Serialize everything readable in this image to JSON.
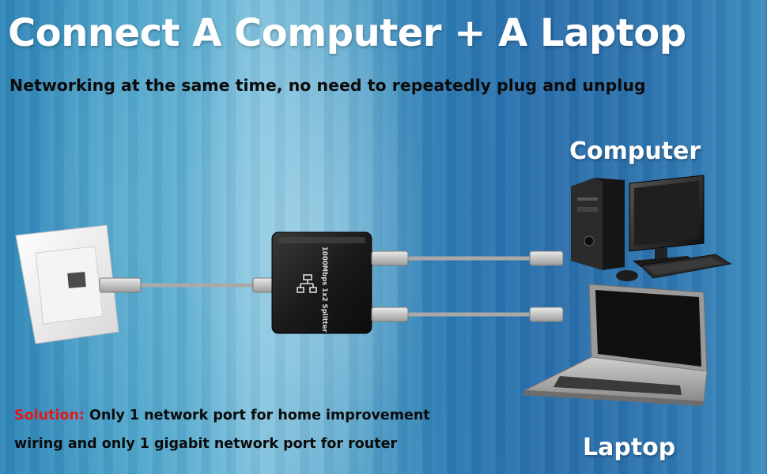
{
  "headline": "Connect A Computer + A Laptop",
  "subheadline": "Networking at the same time, no need to repeatedly plug and unplug",
  "labels": {
    "computer": "Computer",
    "laptop": "Laptop"
  },
  "solution": {
    "key": "Solution:",
    "line1": "Only 1 network port for home improvement",
    "line2": "wiring and only 1 gigabit network port for router"
  },
  "splitter": {
    "print": "1000Mbps 1x2 Splitter"
  },
  "colors": {
    "background": "#2f7fb5",
    "headline": "#ffffff",
    "solution_key": "#e01b1b",
    "splitter_body": "#1c1c1c",
    "cable": "#a9a9a9"
  }
}
